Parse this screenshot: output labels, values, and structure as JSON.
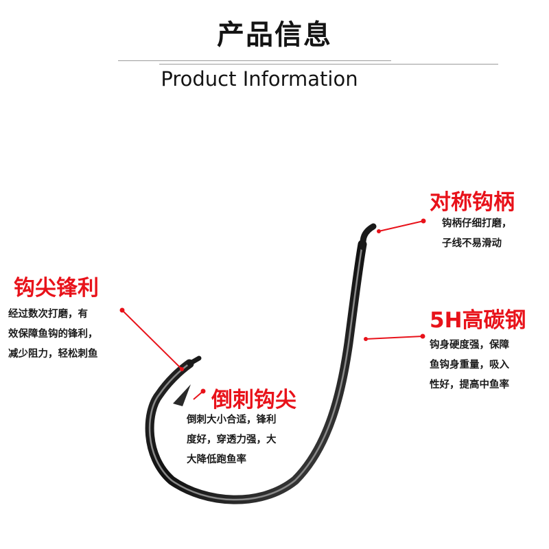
{
  "header": {
    "title": "产品信息",
    "subtitle": "Product Information"
  },
  "features": [
    {
      "title": "对称钩柄",
      "desc": "钩柄仔细打磨，\n子线不易滑动"
    },
    {
      "title": "钩尖锋利",
      "desc": "经过数次打磨，有\n效保障鱼钩的锋利，\n减少阻力，轻松刺鱼"
    },
    {
      "title": "5H高碳钢",
      "desc": "钩身硬度强，保障\n鱼钩身重量，吸入\n性好，提高中鱼率"
    },
    {
      "title": "倒刺钩尖",
      "desc": "倒刺大小合适，锋利\n度好，穿透力强，大\n大降低跑鱼率"
    }
  ],
  "colors": {
    "accent": "#e8121a",
    "hook": "#2a2a2a",
    "text": "#141414"
  }
}
